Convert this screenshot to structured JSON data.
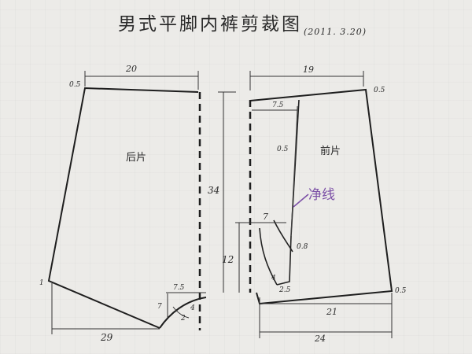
{
  "title": "男式平脚内裤剪裁图",
  "date": "(2011. 3.20)",
  "pieces": {
    "back": "后片",
    "front": "前片"
  },
  "annotation": "净线",
  "labels": {
    "back_top_width": "20",
    "back_waist_rise": "0.5",
    "back_bottom_width": "29",
    "back_side_raise": "1",
    "back_crotch_width": "7.5",
    "back_crotch_depth": "7",
    "back_crotch_drop": "2",
    "back_crotch_curve": "4",
    "total_height": "34",
    "front_top_width": "19",
    "front_waist_rise": "0.5",
    "front_fly_top": "7.5",
    "front_fly_offset": "0.5",
    "front_crotch_width": "7",
    "front_crotch_depth": "12",
    "front_curve_offset": "0.8",
    "front_curve_inner": "4",
    "front_curve_bottom": "2.5",
    "front_bottom_width": "21",
    "front_total_width": "24",
    "front_side_raise": "0.5"
  }
}
